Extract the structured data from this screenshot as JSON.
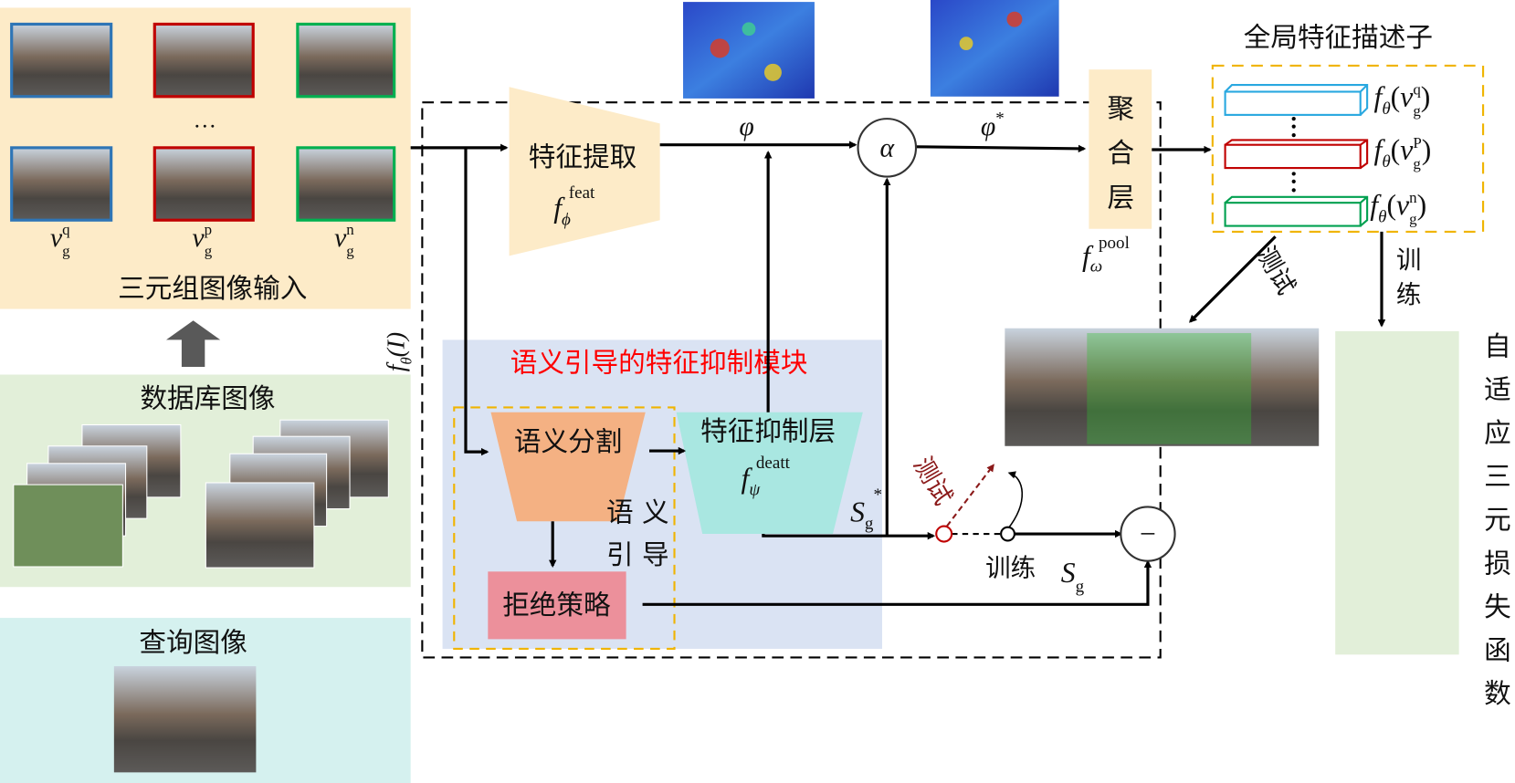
{
  "colors": {
    "triplet_bg": "#fdebc8",
    "database_bg": "#e2efd9",
    "query_bg": "#d5f1ef",
    "module_bg": "#dae3f3",
    "seg": "#f4b183",
    "deatt": "#a9e7e1",
    "reject": "#ec909b",
    "query_border": "#2e75b6",
    "positive_border": "#c00000",
    "negative_border": "#00b050",
    "module_title": "#ff0000",
    "test_arrow": "#8b1a1a"
  },
  "triplet": {
    "title": "三元组图像输入",
    "ellipsis": "…",
    "labels": [
      {
        "v": "v",
        "sub": "g",
        "sup": "q"
      },
      {
        "v": "v",
        "sub": "g",
        "sup": "p"
      },
      {
        "v": "v",
        "sub": "g",
        "sup": "n"
      }
    ]
  },
  "database": {
    "title": "数据库图像"
  },
  "query": {
    "title": "查询图像"
  },
  "network": {
    "f": "f",
    "theta": "θ",
    "I": "(I)"
  },
  "feat": {
    "label": "特征提取",
    "f": "f",
    "sub": "ϕ",
    "sup": "feat"
  },
  "phi": "φ",
  "phi_star": "φ",
  "star": "*",
  "alpha": "α",
  "pool": {
    "label": [
      "聚",
      "合",
      "层"
    ],
    "f": "f",
    "sub": "ω",
    "sup": "pool"
  },
  "descriptor": {
    "title": "全局特征描述子",
    "items": [
      {
        "f": "f",
        "theta": "θ",
        "v": "v",
        "sub": "g",
        "sup": "q"
      },
      {
        "f": "f",
        "theta": "θ",
        "v": "v",
        "sub": "g",
        "sup": "P"
      },
      {
        "f": "f",
        "theta": "θ",
        "v": "v",
        "sub": "g",
        "sup": "n"
      }
    ]
  },
  "module": {
    "title": "语义引导的特征抑制模块",
    "seg": "语义分割",
    "deatt": "特征抑制层",
    "deatt_f": "f",
    "deatt_sub": "ψ",
    "deatt_sup": "deatt",
    "guide": [
      "语 义",
      "引 导"
    ],
    "reject": "拒绝策略"
  },
  "sg_star": {
    "S": "S",
    "sub": "g",
    "sup": "*"
  },
  "sg": {
    "S": "S",
    "sub": "g"
  },
  "test": "测试",
  "train": "训练",
  "test_right": "测试",
  "train_right": [
    "训",
    "练"
  ],
  "minus": "−",
  "loss": [
    "自",
    "适",
    "应",
    "三",
    "元",
    "损",
    "失",
    "函",
    "数"
  ]
}
